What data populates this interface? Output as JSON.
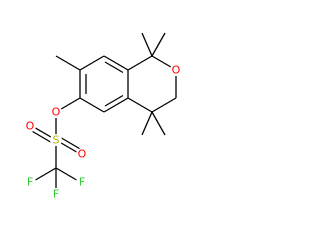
{
  "molecule": {
    "atoms": [
      {
        "id": "o_ring",
        "symbol": "O",
        "color": "#ff0000"
      },
      {
        "id": "o_ester",
        "symbol": "O",
        "color": "#ff0000"
      },
      {
        "id": "s",
        "symbol": "S",
        "color": "#b3b300"
      },
      {
        "id": "o_s_top",
        "symbol": "O",
        "color": "#ff0000"
      },
      {
        "id": "o_s_bottom",
        "symbol": "O",
        "color": "#ff0000"
      },
      {
        "id": "f_left",
        "symbol": "F",
        "color": "#33cc33"
      },
      {
        "id": "f_right",
        "symbol": "F",
        "color": "#33cc33"
      },
      {
        "id": "f_bottom",
        "symbol": "F",
        "color": "#33cc33"
      }
    ]
  }
}
